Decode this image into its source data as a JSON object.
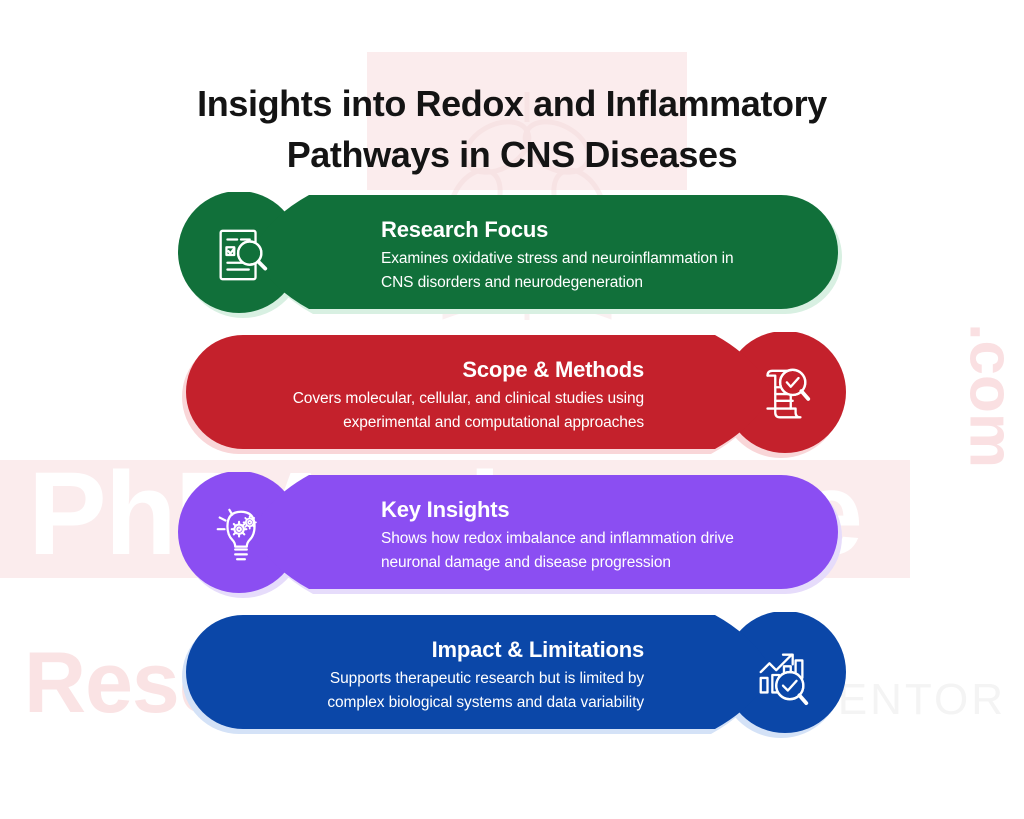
{
  "page": {
    "title_line1": "Insights into Redox and Inflammatory",
    "title_line2": "Pathways in CNS Diseases"
  },
  "watermark": {
    "brand": "PhDAssistance",
    "brand_part1": "PhDAssistance",
    "tagline": "Research",
    "mentor": "MENTOR",
    "domain": ".com"
  },
  "colors": {
    "green": "#11703a",
    "green_soft": "#d8f0e2",
    "red": "#c4212c",
    "red_soft": "#f9d6d8",
    "purple": "#8b4ef2",
    "purple_soft": "#e6dcfb",
    "blue": "#0b47a8",
    "blue_soft": "#d4e2f7",
    "title_text": "#141414",
    "row_text": "#ffffff"
  },
  "rows": [
    {
      "id": "research-focus",
      "heading": "Research Focus",
      "body_line1": "Examines oxidative stress and neuroinflammation in",
      "body_line2": "CNS disorders and neurodegeneration",
      "color": "#11703a",
      "shadow_color": "#d8f0e2",
      "icon": "document-checklist-magnifier-icon",
      "icon_side": "left"
    },
    {
      "id": "scope-methods",
      "heading": "Scope & Methods",
      "body_line1": "Covers molecular, cellular, and clinical studies using",
      "body_line2": "experimental and computational approaches",
      "color": "#c4212c",
      "shadow_color": "#f9d6d8",
      "icon": "scroll-magnifier-check-icon",
      "icon_side": "right"
    },
    {
      "id": "key-insights",
      "heading": "Key Insights",
      "body_line1": "Shows how redox imbalance and inflammation drive",
      "body_line2": "neuronal damage and disease progression",
      "color": "#8b4ef2",
      "shadow_color": "#e6dcfb",
      "icon": "lightbulb-gears-icon",
      "icon_side": "left"
    },
    {
      "id": "impact-limitations",
      "heading": "Impact & Limitations",
      "body_line1": "Supports therapeutic research but is limited by",
      "body_line2": "complex biological systems and data variability",
      "color": "#0b47a8",
      "shadow_color": "#d4e2f7",
      "icon": "growth-chart-magnifier-check-icon",
      "icon_side": "right"
    }
  ]
}
